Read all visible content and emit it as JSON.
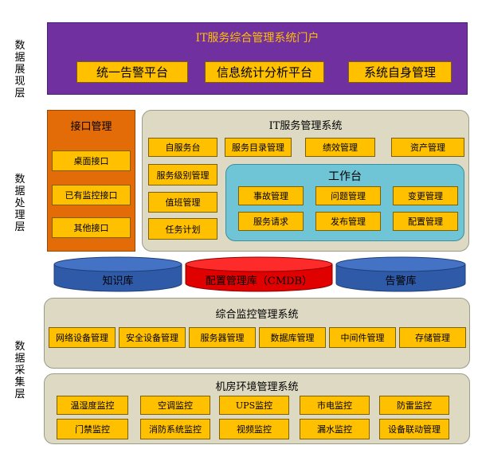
{
  "layers": {
    "presentation": "数据展现层",
    "processing": "数据处理层",
    "collection": "数据采集层"
  },
  "portal": {
    "title": "IT服务综合管理系统门户",
    "items": [
      "统一告警平台",
      "信息统计分析平台",
      "系统自身管理"
    ]
  },
  "interface_mgmt": {
    "title": "接口管理",
    "items": [
      "桌面接口",
      "已有监控接口",
      "其他接口"
    ]
  },
  "itsm": {
    "title": "IT服务管理系统",
    "top_row": [
      "自服务台",
      "服务目录管理",
      "绩效管理",
      "资产管理"
    ],
    "left_col": [
      "服务级别管理",
      "值班管理",
      "任务计划"
    ],
    "workbench": {
      "title": "工作台",
      "row1": [
        "事故管理",
        "问题管理",
        "变更管理"
      ],
      "row2": [
        "服务请求",
        "发布管理",
        "配置管理"
      ]
    }
  },
  "databases": {
    "knowledge": "知识库",
    "cmdb": "配置管理库（CMDB）",
    "alarm": "告警库"
  },
  "monitoring": {
    "title": "综合监控管理系统",
    "items": [
      "网络设备管理",
      "安全设备管理",
      "服务器管理",
      "数据库管理",
      "中间件管理",
      "存储管理"
    ]
  },
  "room_env": {
    "title": "机房环境管理系统",
    "row1": [
      "温湿度监控",
      "空调监控",
      "UPS监控",
      "市电监控",
      "防雷监控"
    ],
    "row2": [
      "门禁监控",
      "消防系统监控",
      "视频监控",
      "漏水监控",
      "设备联动管理"
    ]
  },
  "colors": {
    "portal_bg": "#7030a0",
    "interface_bg": "#e36c09",
    "item_yellow": "#ffc000",
    "panel_bg": "#ddd9c3",
    "workbench_bg": "#6fc5d6",
    "db_blue": "#2e5aa8",
    "db_red": "#e00000"
  }
}
